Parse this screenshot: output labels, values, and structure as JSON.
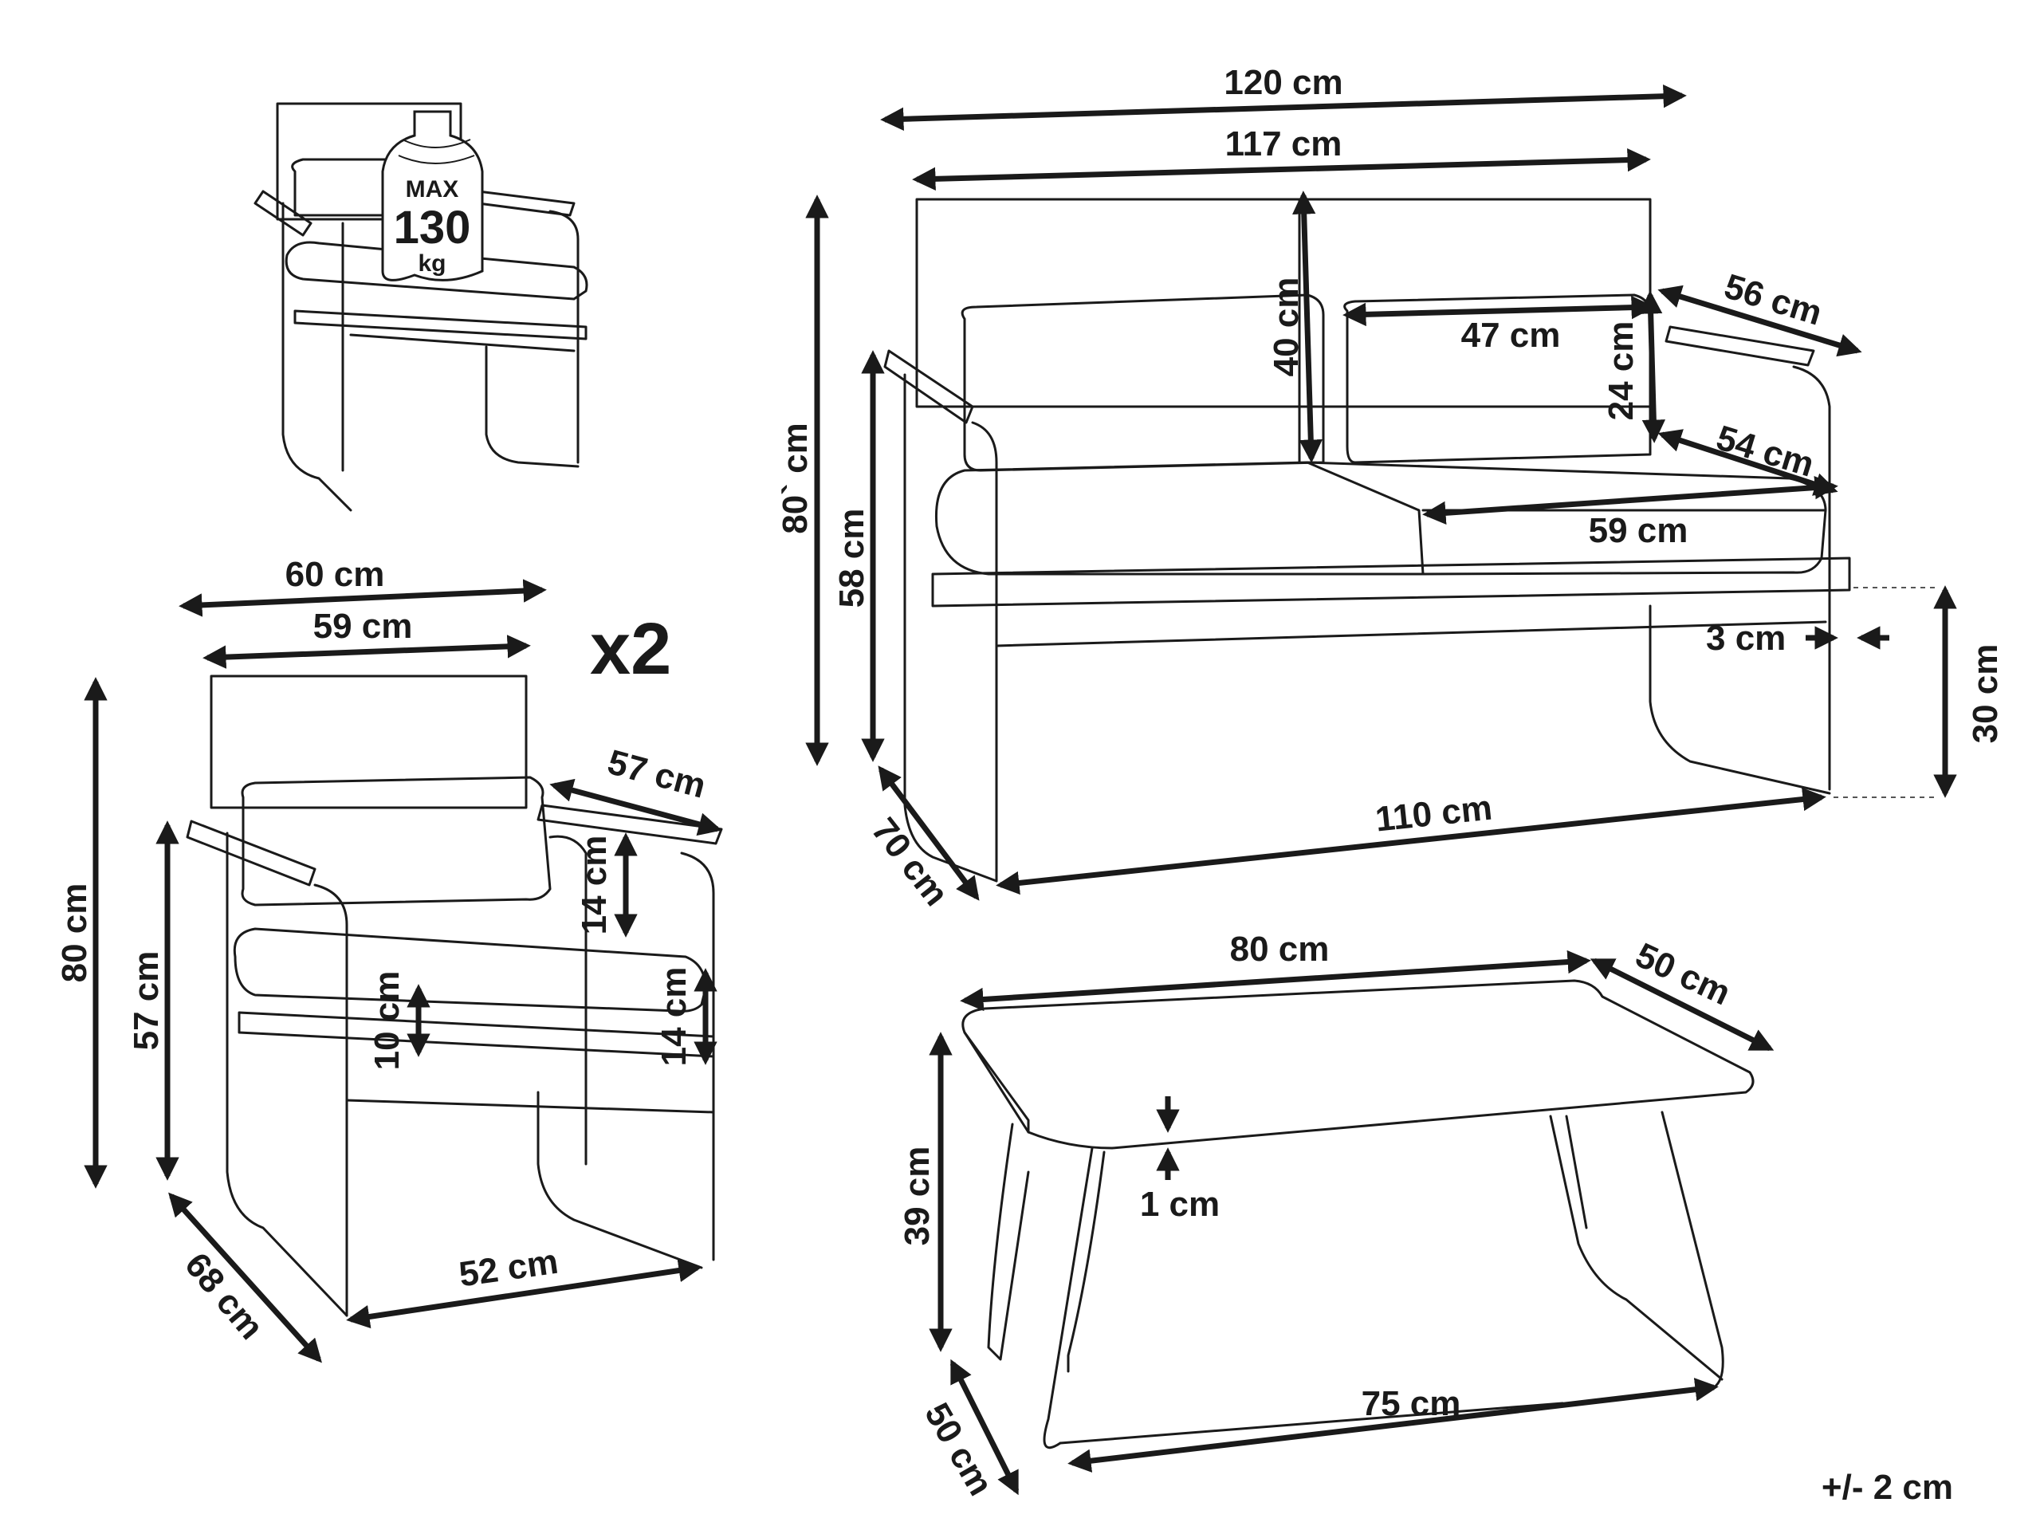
{
  "weight_badge": {
    "max": "MAX",
    "value": "130",
    "unit": "kg"
  },
  "quantity_label": "x2",
  "tolerance": "+/- 2 cm",
  "armchair": {
    "width_overall": "60 cm",
    "width_back": "59 cm",
    "height": "80 cm",
    "arm_height": "57 cm",
    "depth": "68 cm",
    "leg_width": "52 cm",
    "arm_depth": "57 cm",
    "cushion_pillow_height": "14 cm",
    "cushion_thickness": "14 cm",
    "seat_cushion": "10 cm"
  },
  "sofa": {
    "width_overall": "120 cm",
    "width_back": "117 cm",
    "height": "80` cm",
    "arm_height": "58 cm",
    "backrest_height": "40 cm",
    "pillow_width": "47 cm",
    "pillow_height": "24 cm",
    "arm_depth": "56 cm",
    "seat_depth": "54 cm",
    "seat_width": "59 cm",
    "frame_thickness": "3 cm",
    "seat_ground_height": "30 cm",
    "leg_width": "110 cm",
    "depth": "70 cm"
  },
  "table": {
    "width": "80 cm",
    "depth": "50 cm",
    "height": "39 cm",
    "top_thickness": "1 cm",
    "leg_width": "75 cm",
    "base_depth": "50 cm"
  }
}
